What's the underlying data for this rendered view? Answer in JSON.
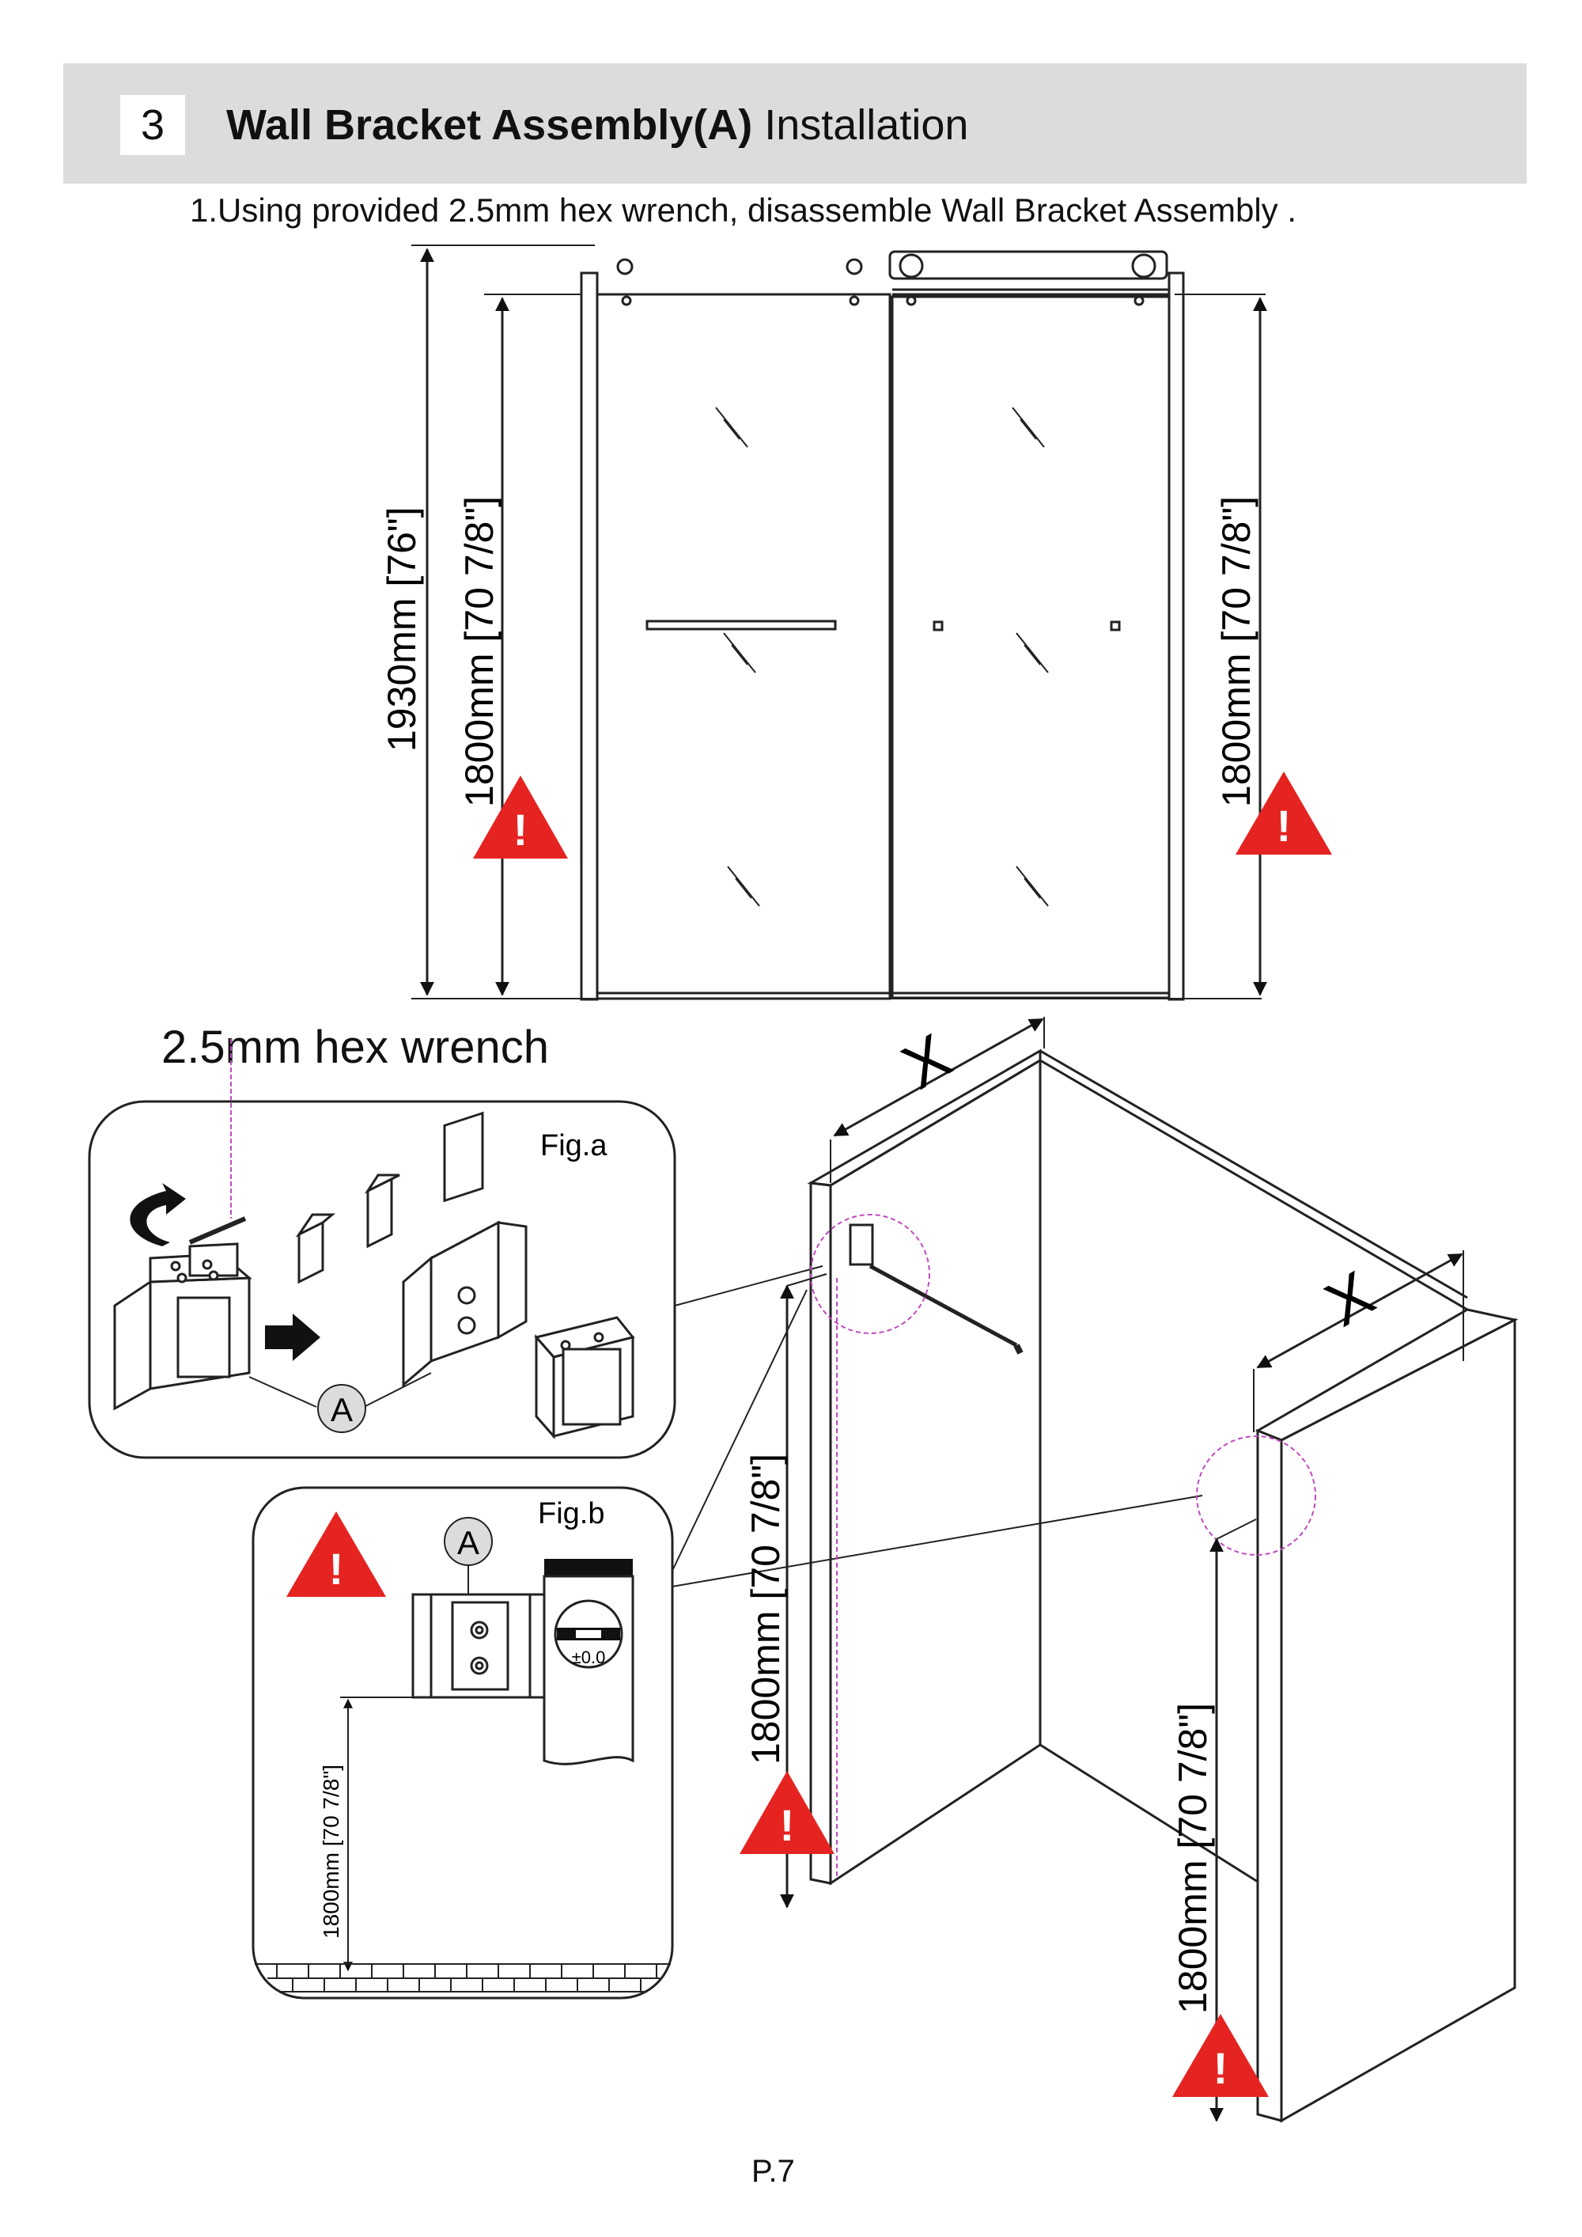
{
  "header": {
    "step_number": "3",
    "title_bold": "Wall Bracket Assembly(A)",
    "title_rest": " Installation"
  },
  "instruction": "1.Using provided 2.5mm hex wrench, disassemble Wall Bracket Assembly .",
  "top_diagram": {
    "total_height_label": "1930mm [76\"]",
    "bracket_height_left": "1800mm [70 7/8\"]",
    "bracket_height_right": "1800mm [70 7/8\"]"
  },
  "tool_label": "2.5mm hex wrench",
  "fig_a": {
    "title": "Fig.a",
    "part_label": "A"
  },
  "fig_b": {
    "title": "Fig.b",
    "part_label": "A",
    "level_reading": "±0.0",
    "height_label": "1800mm [70 7/8\"]"
  },
  "room_diagram": {
    "left_wall_height": "1800mm [70 7/8\"]",
    "right_wall_height": "1800mm [70 7/8\"]",
    "width_marker": "X"
  },
  "warning_icon": "!",
  "page_number": "P.7",
  "colors": {
    "header_bg": "#dcdcdc",
    "warning_red": "#e52421",
    "highlight_magenta": "#c04ac0"
  }
}
